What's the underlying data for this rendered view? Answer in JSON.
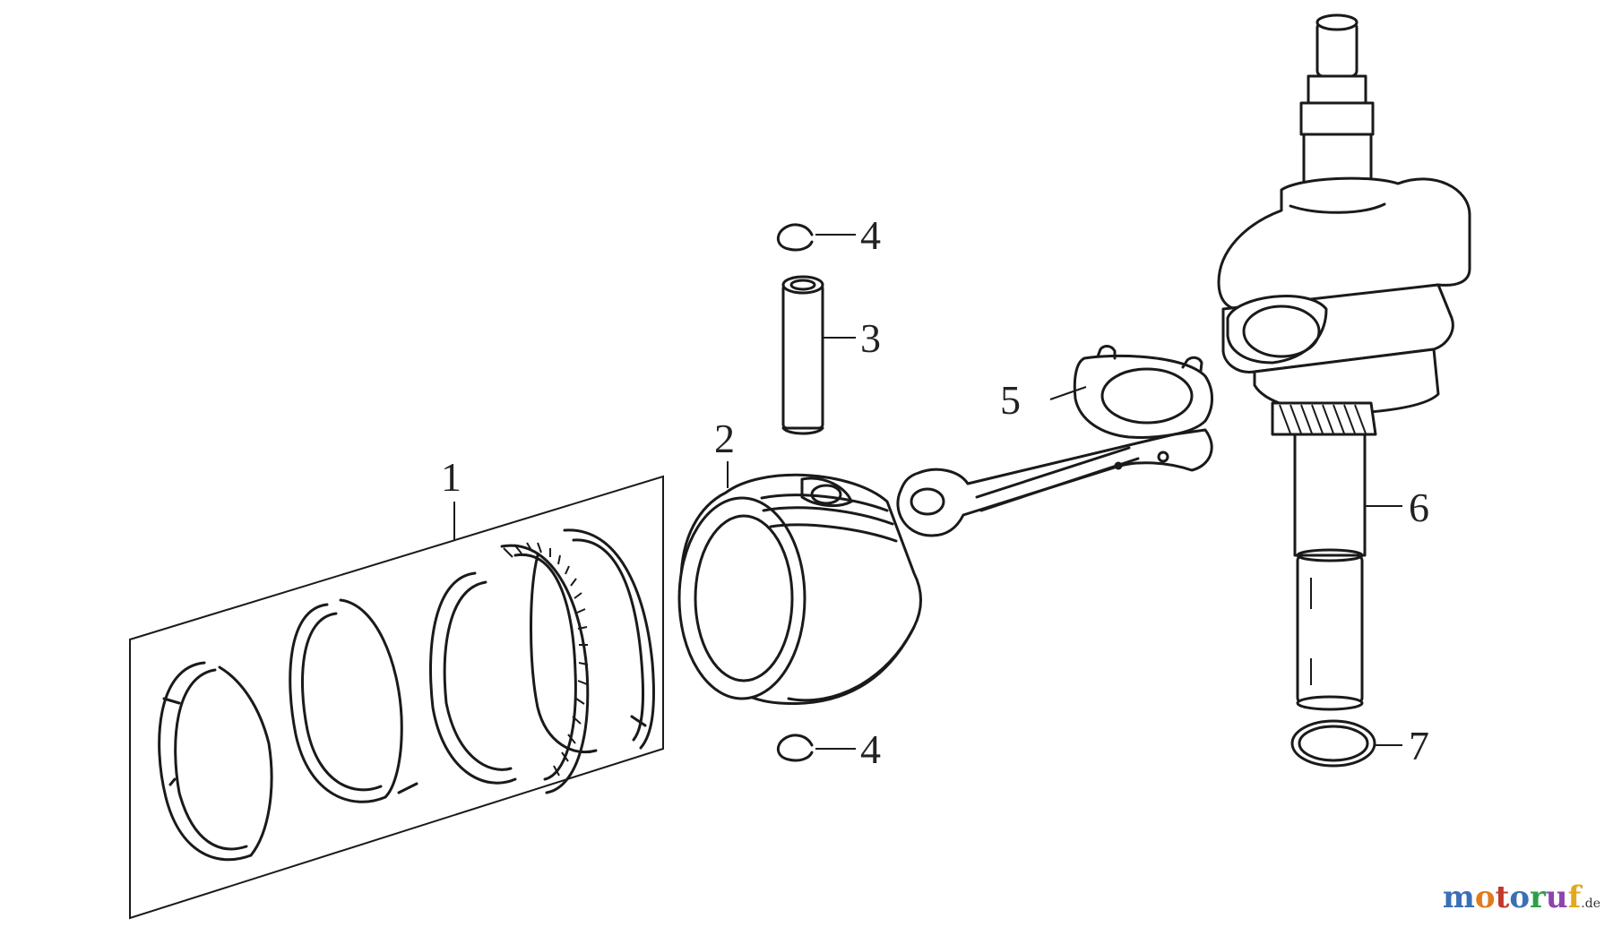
{
  "diagram": {
    "callouts": [
      {
        "id": "1",
        "text": "1"
      },
      {
        "id": "2",
        "text": "2"
      },
      {
        "id": "3",
        "text": "3"
      },
      {
        "id": "4a",
        "text": "4"
      },
      {
        "id": "4b",
        "text": "4"
      },
      {
        "id": "5",
        "text": "5"
      },
      {
        "id": "6",
        "text": "6"
      },
      {
        "id": "7",
        "text": "7"
      }
    ]
  },
  "watermark": {
    "letters": [
      "m",
      "o",
      "t",
      "o",
      "r",
      "u",
      "f"
    ],
    "colors": [
      "#3b6fb6",
      "#e07b1f",
      "#c0392b",
      "#3b6fb6",
      "#2e9e4a",
      "#8e44ad",
      "#e0a91f"
    ],
    "tld": ".de"
  }
}
